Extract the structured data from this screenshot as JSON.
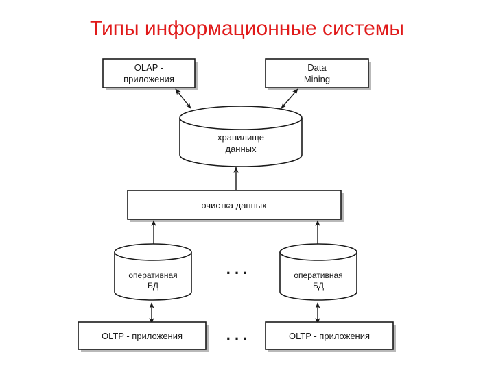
{
  "title": "Типы информационные системы",
  "nodes": {
    "olap": {
      "line1": "OLAP -",
      "line2": "приложения"
    },
    "data_mining": {
      "line1": "Data",
      "line2": "Mining"
    },
    "warehouse": {
      "line1": "хранилище",
      "line2": "данных"
    },
    "cleaning": {
      "label": "очистка данных"
    },
    "oper_db_left": {
      "line1": "оперативная",
      "line2": "БД"
    },
    "oper_db_right": {
      "line1": "оперативная",
      "line2": "БД"
    },
    "oltp_left": {
      "label": "OLTP - приложения"
    },
    "oltp_right": {
      "label": "OLTP - приложения"
    }
  },
  "ellipsis": {
    "middle": ". . .",
    "bottom": ". . ."
  },
  "colors": {
    "title": "#e01a1a",
    "stroke": "#1a1a1a",
    "shadow": "#b9b9b9"
  }
}
